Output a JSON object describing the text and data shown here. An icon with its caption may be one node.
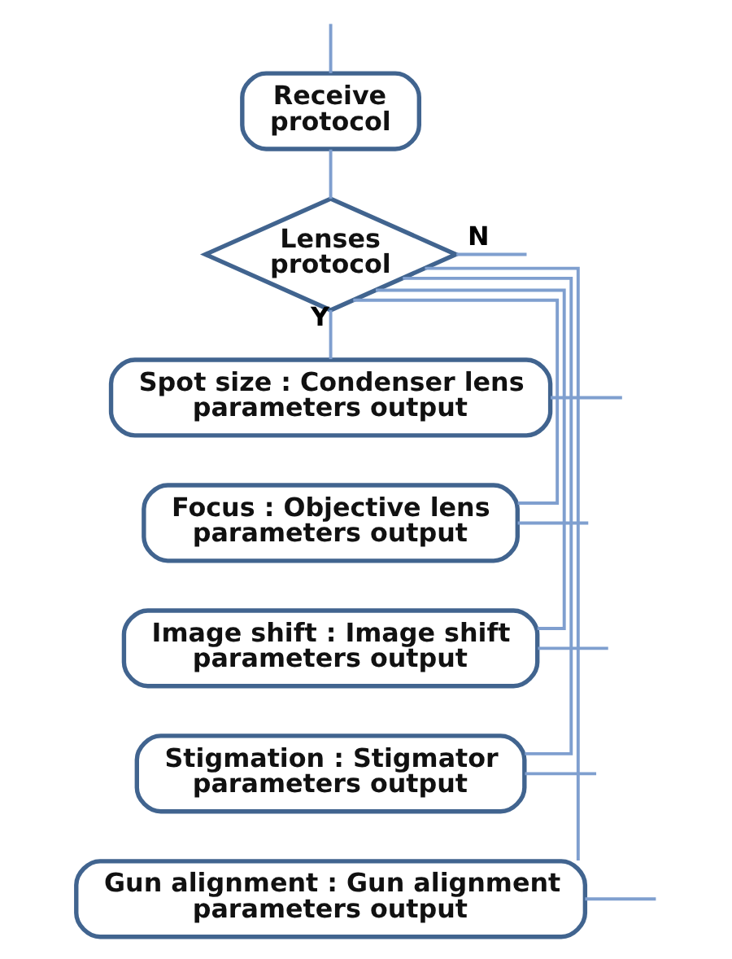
{
  "diagram": {
    "nodes": [
      {
        "text": [
          "Receive protocol"
        ]
      },
      {
        "text": [
          "Lenses protocol"
        ]
      },
      {
        "text": [
          "Spot size : Condenser lens parameters output"
        ]
      },
      {
        "text": [
          "Focus : Objective lens parameters output"
        ]
      },
      {
        "text": [
          "Image shift : Image shift parameters output"
        ]
      },
      {
        "text": [
          "Stigmation : Stigmator parameters output"
        ]
      },
      {
        "text": [
          "Gun alignment : Gun alignment parameters output"
        ]
      }
    ],
    "edges": [
      {
        "from": null,
        "to": 0,
        "arrow": "none"
      },
      {
        "from": 0,
        "to": 1,
        "arrow": "none"
      },
      {
        "from": 1,
        "to": null,
        "arrow": "none",
        "label": "N"
      },
      {
        "from": 1,
        "to": 2,
        "arrow": "none",
        "label": "Y"
      },
      {
        "from": 1,
        "to": 3,
        "arrow": "none"
      },
      {
        "from": 1,
        "to": 4,
        "arrow": "none"
      },
      {
        "from": 1,
        "to": 5,
        "arrow": "none"
      },
      {
        "from": 1,
        "to": 6,
        "arrow": "none"
      },
      {
        "from": 2,
        "to": null,
        "arrow": "none"
      },
      {
        "from": 3,
        "to": null,
        "arrow": "none"
      },
      {
        "from": 4,
        "to": null,
        "arrow": "none"
      },
      {
        "from": 5,
        "to": null,
        "arrow": "none"
      },
      {
        "from": 6,
        "to": null,
        "arrow": "none"
      }
    ]
  }
}
